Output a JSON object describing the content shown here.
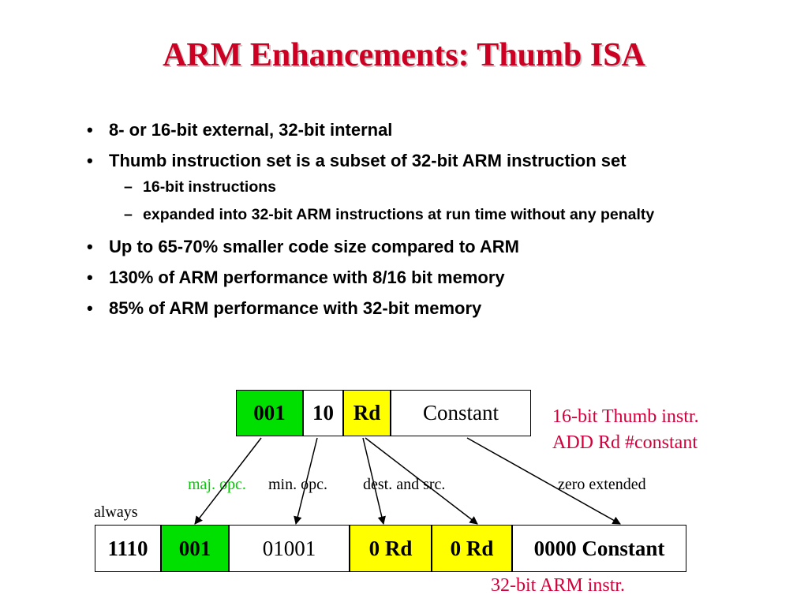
{
  "title": "ARM Enhancements: Thumb ISA",
  "bullets": [
    "8- or 16-bit external, 32-bit internal",
    "Thumb instruction set is a subset of 32-bit ARM instruction set",
    "Up to 65-70% smaller code size compared to ARM",
    "130% of ARM performance with 8/16 bit memory",
    "85% of ARM performance with 32-bit memory"
  ],
  "sub_bullets": [
    "16-bit instructions",
    "expanded into 32-bit ARM instructions  at run time without any penalty"
  ],
  "bullet_marker": "•",
  "sub_bullet_marker": "–",
  "thumb_instr": {
    "fields": [
      "001",
      "10",
      "Rd",
      "Constant"
    ],
    "caption_line1": "16-bit Thumb instr.",
    "caption_line2": "ADD Rd #constant"
  },
  "arm_instr": {
    "fields": [
      "1110",
      "001",
      "01001",
      "0 Rd",
      "0 Rd",
      "0000 Constant"
    ],
    "caption": "32-bit ARM instr."
  },
  "mapping_labels": {
    "maj_opc": "maj. opc.",
    "min_opc": "min. opc.",
    "dest_src": "dest. and src.",
    "zero_ext": "zero extended",
    "always": "always"
  },
  "colors": {
    "title": "#cc0022",
    "caption": "#d0003a",
    "green_field": "#00e000",
    "yellow_field": "#ffff00",
    "maj_opc_label": "#00cc00"
  }
}
